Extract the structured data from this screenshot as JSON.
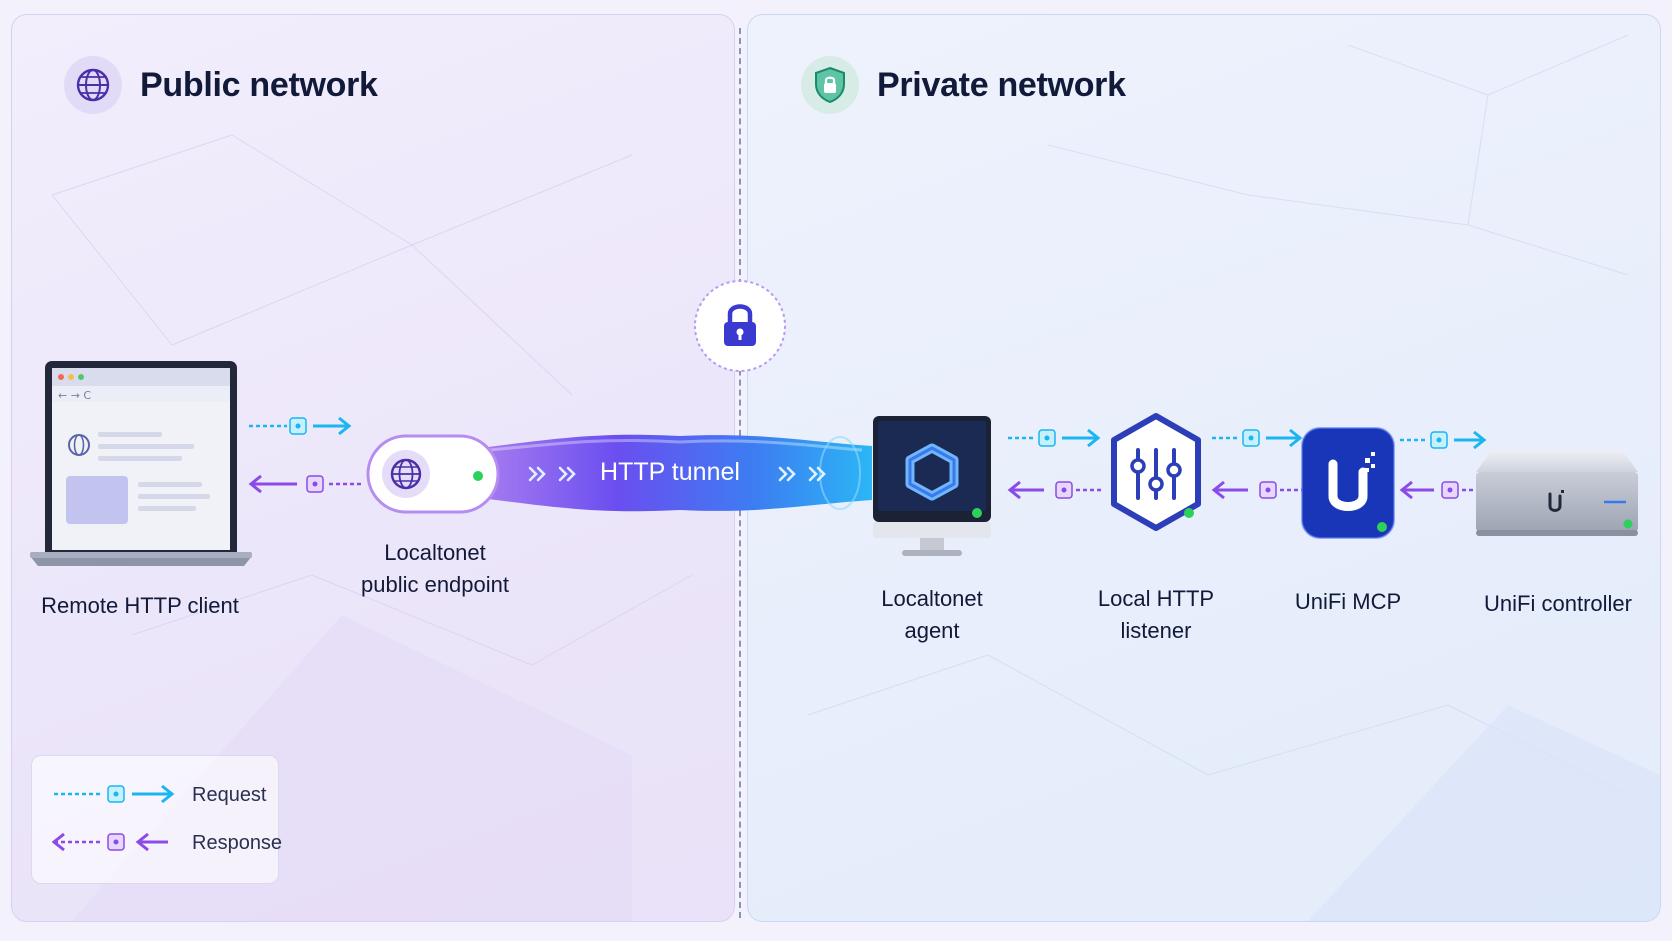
{
  "public_network": {
    "title": "Public network",
    "icon": "globe-icon"
  },
  "private_network": {
    "title": "Private network",
    "icon": "shield-lock-icon"
  },
  "tunnel": {
    "label": "HTTP tunnel",
    "lock_icon": "padlock-icon"
  },
  "nodes": {
    "client": {
      "lines": [
        "Remote HTTP client"
      ],
      "icon": "laptop-browser-icon"
    },
    "endpoint": {
      "lines": [
        "Localtonet",
        "public endpoint"
      ],
      "icon": "globe-pill-icon"
    },
    "agent": {
      "lines": [
        "Localtonet",
        "agent"
      ],
      "icon": "monitor-hexagon-icon"
    },
    "listener": {
      "lines": [
        "Local HTTP",
        "listener"
      ],
      "icon": "sliders-hexagon-icon"
    },
    "mcp": {
      "lines": [
        "UniFi MCP"
      ],
      "icon": "unifi-logo-icon"
    },
    "controller": {
      "lines": [
        "UniFi controller"
      ],
      "icon": "console-device-icon"
    }
  },
  "legend": {
    "request": "Request",
    "response": "Response"
  },
  "colors": {
    "request": "#19b6f0",
    "response": "#8a4be8",
    "title": "#121a3a",
    "status_led": "#2bd15a"
  }
}
